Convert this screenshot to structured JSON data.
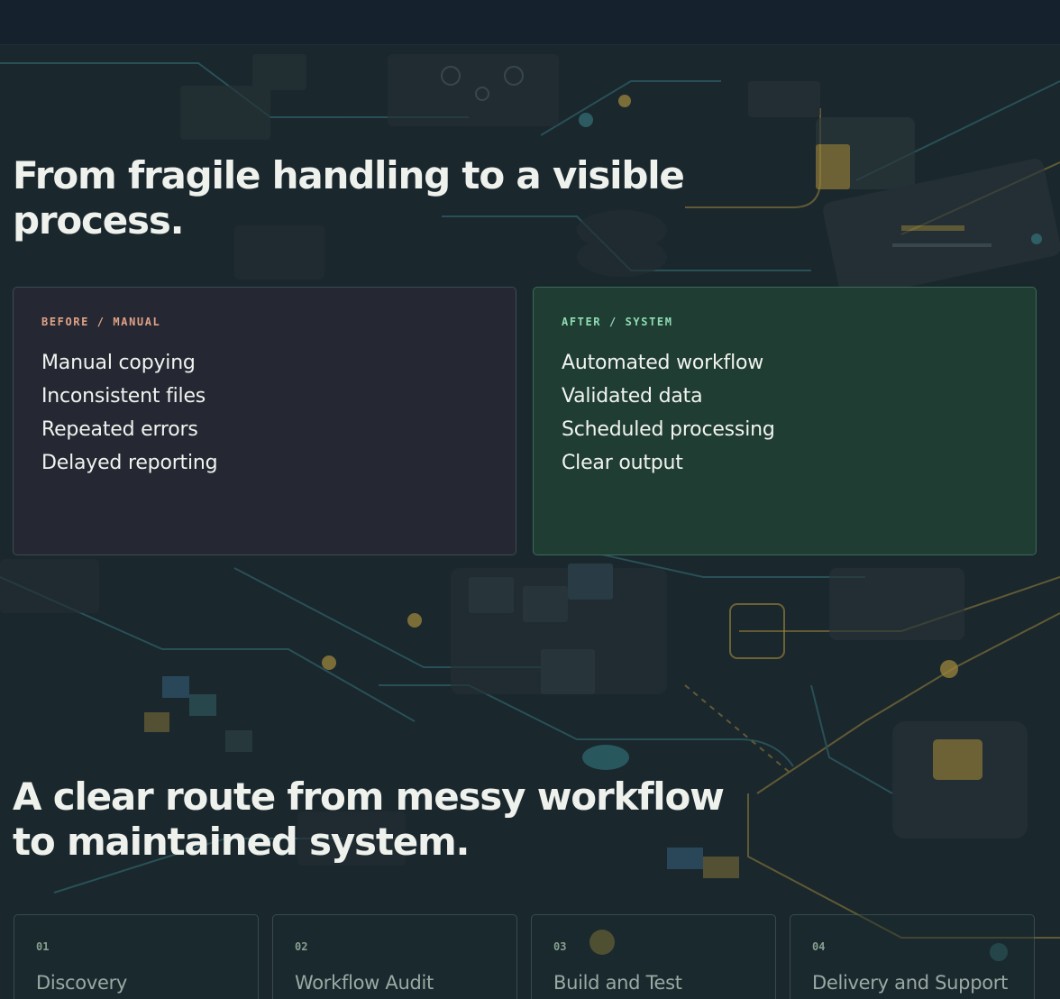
{
  "theme": {
    "background": "#1b262c",
    "before_accent": "#e0a286",
    "after_accent": "#8fdcb5",
    "circuit_teal": "#3f8f93",
    "circuit_gold": "#c9a640"
  },
  "comparison": {
    "heading_lines": [
      "From fragile handling to a visible",
      "process."
    ],
    "before": {
      "label": "BEFORE / MANUAL",
      "items": [
        "Manual copying",
        "Inconsistent files",
        "Repeated errors",
        "Delayed reporting"
      ]
    },
    "after": {
      "label": "AFTER / SYSTEM",
      "items": [
        "Automated workflow",
        "Validated data",
        "Scheduled processing",
        "Clear output"
      ]
    }
  },
  "route": {
    "heading_lines": [
      "A clear route from messy workflow",
      "to maintained system."
    ],
    "steps": [
      {
        "number": "01",
        "title": "Discovery"
      },
      {
        "number": "02",
        "title": "Workflow Audit"
      },
      {
        "number": "03",
        "title": "Build and Test"
      },
      {
        "number": "04",
        "title": "Delivery and Support"
      }
    ]
  }
}
